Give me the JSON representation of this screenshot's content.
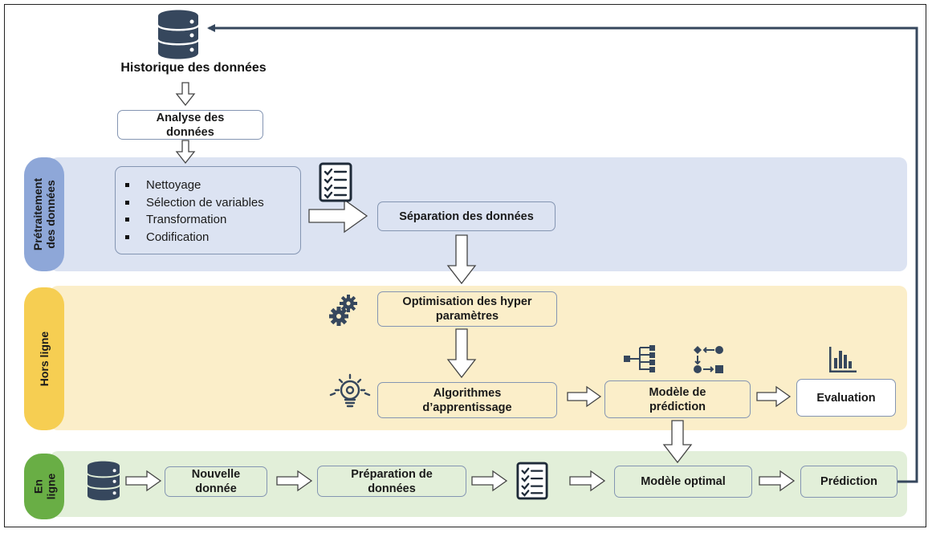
{
  "title": "Historique des données",
  "phases": {
    "pretraitement": "Prétraitement\ndes données",
    "hors_ligne": "Hors ligne",
    "en_ligne": "En\nligne"
  },
  "boxes": {
    "analyse": "Analyse des\ndonnées",
    "separation": "Séparation  des données",
    "optimisation": "Optimisation des hyper\nparamètres",
    "algorithmes": "Algorithmes\nd’apprentissage",
    "modele_prediction": "Modèle de\nprédiction",
    "evaluation": "Evaluation",
    "nouvelle_donnee": "Nouvelle\ndonnée",
    "preparation": "Préparation de\ndonnées",
    "modele_optimal": "Modèle optimal",
    "prediction": "Prédiction"
  },
  "steps": [
    "Nettoyage",
    "Sélection de variables",
    "Transformation",
    "Codification"
  ],
  "colors": {
    "band_pretraitement": "#dce3f2",
    "band_hors_ligne": "#fbeec9",
    "band_en_ligne": "#e2efd9",
    "tab_pretraitement": "#8ea7d8",
    "tab_hors_ligne": "#f6ce52",
    "tab_en_ligne": "#69ae45",
    "icon_dark": "#36475d",
    "feedback_line": "#36475d"
  },
  "icons": [
    "database-icon",
    "checklist-icon",
    "gears-icon",
    "lightbulb-icon",
    "tree-icon",
    "flow-icon",
    "bar-chart-icon"
  ]
}
